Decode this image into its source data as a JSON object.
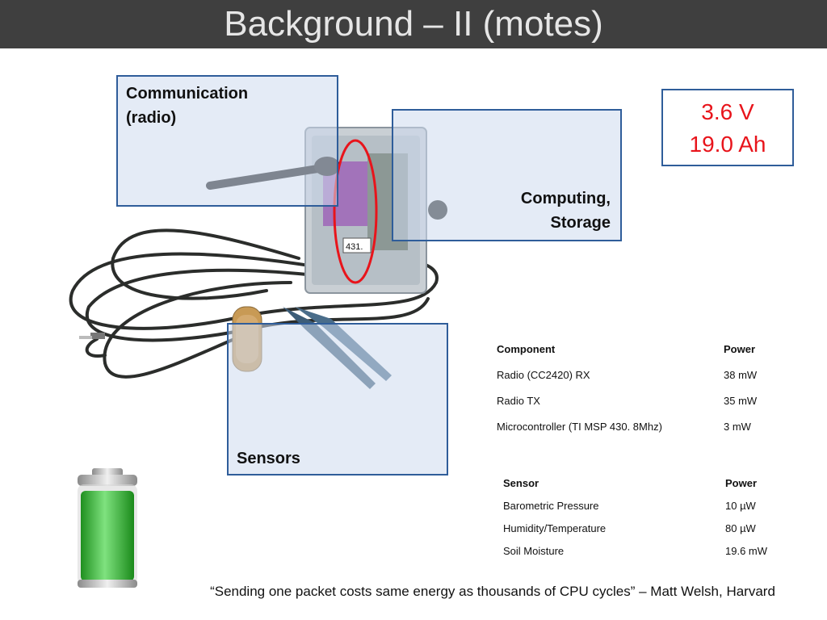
{
  "slide": {
    "title": "Background – II (motes)"
  },
  "labels": {
    "communication": "Communication\n(radio)",
    "computing": "Computing,\nStorage",
    "sensors": "Sensors",
    "tag_number": "431."
  },
  "battery_spec": {
    "voltage": "3.6 V",
    "capacity": "19.0 Ah"
  },
  "component_table": {
    "headers": [
      "Component",
      "Power"
    ],
    "rows": [
      [
        "Radio (CC2420) RX",
        "38 mW"
      ],
      [
        "Radio TX",
        "35 mW"
      ],
      [
        "Microcontroller (TI MSP 430. 8Mhz)",
        "3 mW"
      ]
    ]
  },
  "sensor_table": {
    "headers": [
      "Sensor",
      "Power"
    ],
    "rows": [
      [
        "Barometric Pressure",
        "10 µW"
      ],
      [
        "Humidity/Temperature",
        "80 µW"
      ],
      [
        "Soil Moisture",
        "19.6 mW"
      ]
    ]
  },
  "quote": "“Sending one packet costs same energy as thousands of CPU cycles” – Matt Welsh, Harvard",
  "colors": {
    "title_bar": "#3f3f3f",
    "box_border": "#2f5d9a",
    "spec_text": "#e8141b",
    "highlight_ellipse": "#e8141b",
    "battery_fill": "#3ac43a"
  }
}
